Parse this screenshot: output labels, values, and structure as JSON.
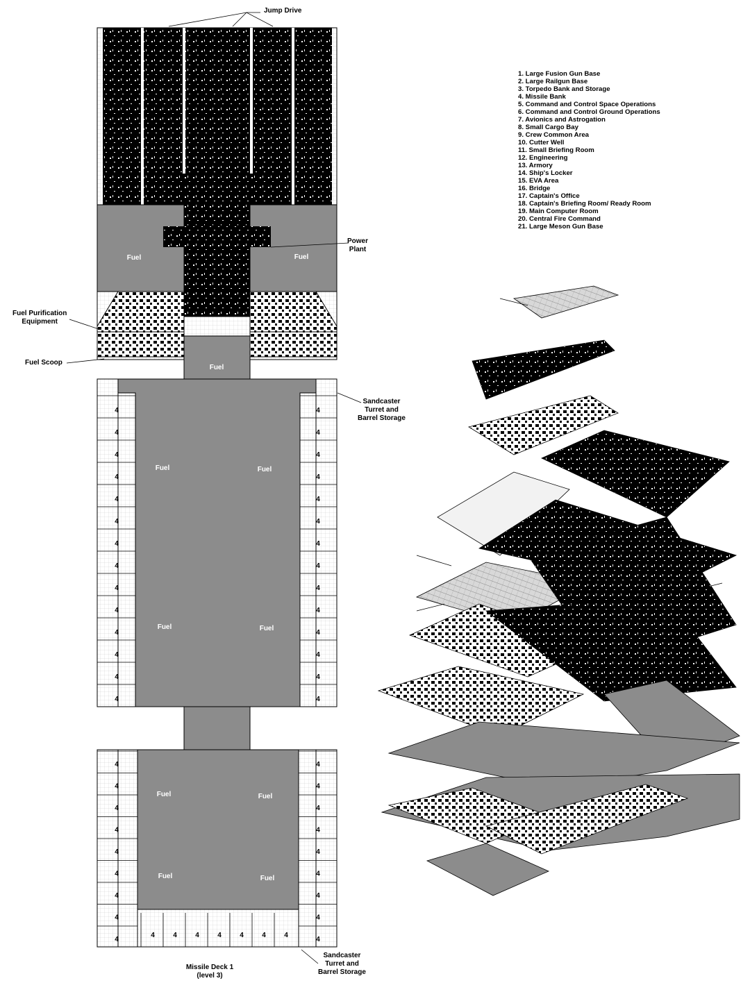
{
  "callouts": {
    "jump_drive": "Jump Drive",
    "power_plant": "Power\nPlant",
    "fuel_purification": "Fuel Purification\nEquipment",
    "fuel_scoop": "Fuel Scoop",
    "sandcaster_top": "Sandcaster\nTurret and\nBarrel Storage",
    "sandcaster_bottom": "Sandcaster\nTurret and\nBarrel Storage"
  },
  "fuel_label": "Fuel",
  "missile_bank_marker": "4",
  "caption": {
    "line1": "Missile Deck 1",
    "line2": "(level 3)"
  },
  "legend": [
    "1.  Large Fusion Gun Base",
    "2.  Large Railgun Base",
    "3.  Torpedo Bank and Storage",
    "4.  Missile Bank",
    "5.  Command and Control Space Operations",
    "6.  Command and Control Ground Operations",
    "7.  Avionics and Astrogation",
    "8.  Small Cargo Bay",
    "9.  Crew Common Area",
    "10.  Cutter Well",
    "11.  Small Briefing Room",
    "12.  Engineering",
    "13.  Armory",
    "14.  Ship's Locker",
    "15.  EVA Area",
    "16.  Bridge",
    "17.  Captain's Office",
    "18.  Captain's Briefing Room/ Ready Room",
    "19.  Main Computer Room",
    "20.  Central Fire Command",
    "21.  Large Meson Gun Base"
  ],
  "colors": {
    "fuel_gray": "#8c8c8c",
    "machinery": "#000000",
    "grid": "#c9c9c9",
    "outline": "#000000"
  }
}
